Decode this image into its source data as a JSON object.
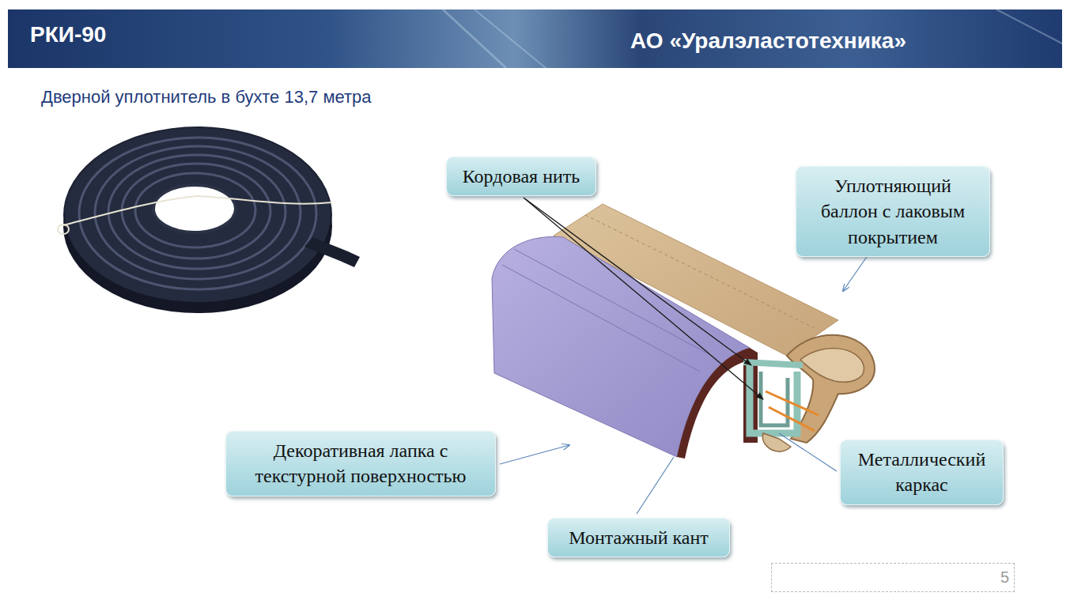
{
  "diagram": {
    "title": "Дверной уплотнитель в бухте 13,7 метра",
    "nodes": [
      {
        "text": [
          "Кордовая нить"
        ]
      },
      {
        "text": [
          "Уплотняющий баллон с лаковым покрытием"
        ]
      },
      {
        "text": [
          "Декоративная лапка с текстурной поверхностью"
        ]
      },
      {
        "text": [
          "Металлический каркас"
        ]
      },
      {
        "text": [
          "Монтажный кант"
        ]
      },
      {
        "text": [
          "5"
        ]
      }
    ],
    "labels": [
      "РКИ-90",
      "АО «Уралэластотехника»"
    ]
  }
}
